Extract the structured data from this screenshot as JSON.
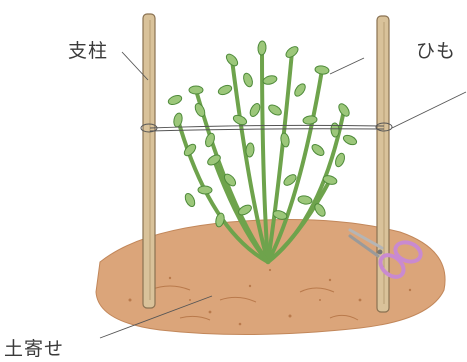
{
  "labels": {
    "stake": "支柱",
    "string": "ひも",
    "soil_mound": "土寄せ"
  },
  "colors": {
    "soil": "#dba57a",
    "soil_dark": "#b97a4c",
    "stake": "#d9c29a",
    "stake_edge": "#8a7252",
    "stem": "#7fb35a",
    "leaf": "#9cc77a",
    "leaf_dark": "#4e8a3a",
    "scissors_handle": "#c98ad0"
  },
  "icons": {
    "scissors": "scissors-icon"
  }
}
